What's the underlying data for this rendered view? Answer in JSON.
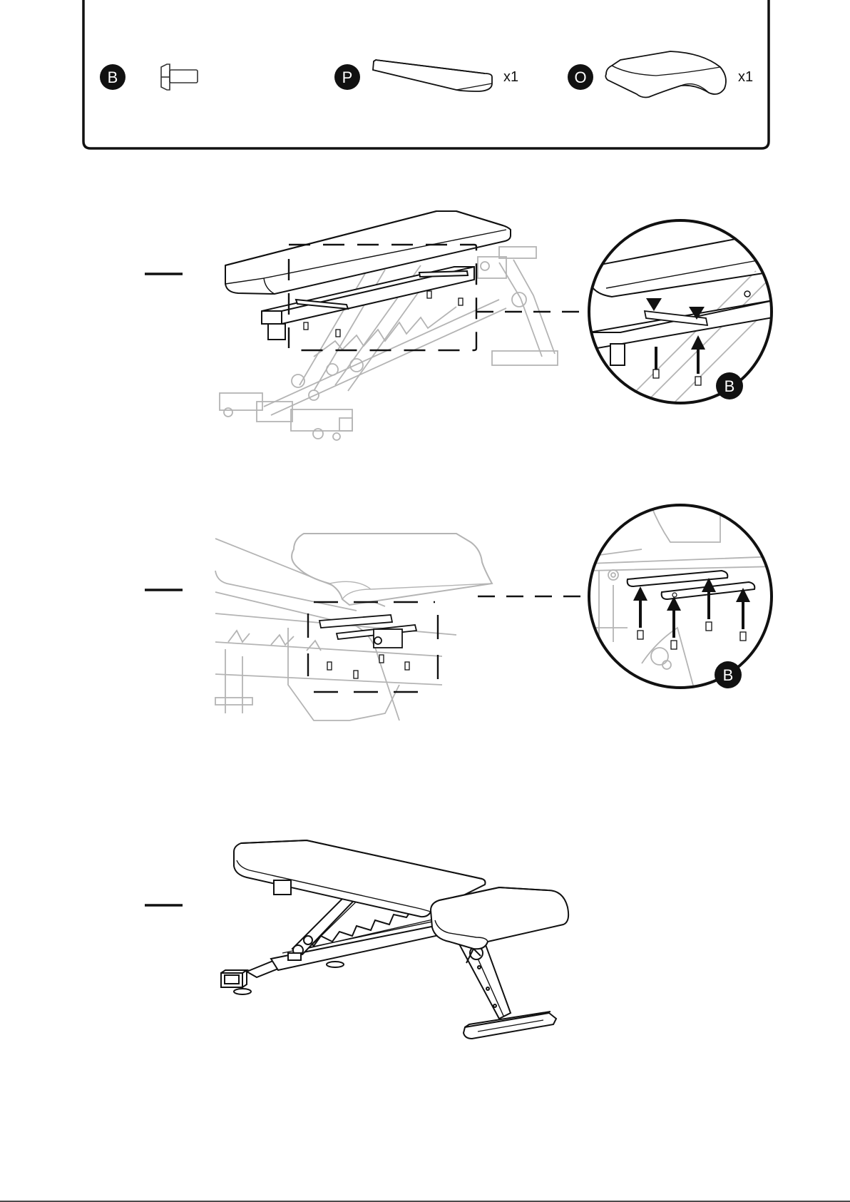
{
  "parts": [
    {
      "letter": "B",
      "qty": ""
    },
    {
      "letter": "P",
      "qty": "x1"
    },
    {
      "letter": "O",
      "qty": "x1"
    }
  ],
  "steps": [
    {
      "callout_letter": "B"
    },
    {
      "callout_letter": "B"
    },
    {}
  ],
  "colors": {
    "ink": "#111111",
    "ghost": "#b4b4b4",
    "paper": "#ffffff"
  }
}
